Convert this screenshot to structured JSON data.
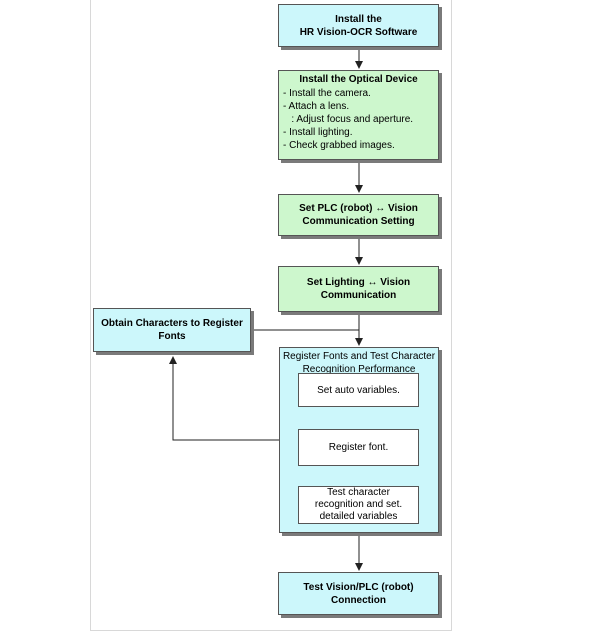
{
  "colors": {
    "cyan_fill": "#ccf7fb",
    "green_fill": "#cdf7cd",
    "border": "#555555",
    "shadow": "#7a7a7a"
  },
  "install_software": [
    "Install the",
    "HR Vision-OCR Software"
  ],
  "install_optical": {
    "title": "Install the Optical Device",
    "steps": [
      "- Install the camera.",
      "- Attach a lens.",
      "   : Adjust focus and aperture.",
      "- Install lighting.",
      "- Check grabbed images."
    ]
  },
  "plc_setting": [
    "Set PLC (robot) ↔ Vision",
    "Communication Setting"
  ],
  "lighting_setting": [
    "Set Lighting ↔ Vision",
    "Communication"
  ],
  "obtain_characters": [
    "Obtain Characters to Register",
    "Fonts"
  ],
  "register_group": {
    "title": [
      "Register Fonts and Test Character",
      "Recognition Performance"
    ],
    "auto_variables": "Set auto variables.",
    "register_font": "Register font.",
    "test_recognition": [
      "Test character",
      "recognition and set.",
      "detailed variables"
    ]
  },
  "test_connection": [
    "Test Vision/PLC (robot)",
    "Connection"
  ]
}
